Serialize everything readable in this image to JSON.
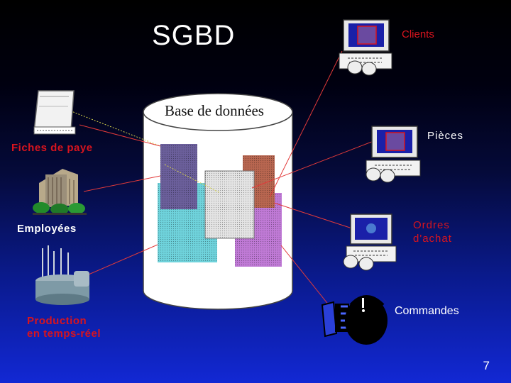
{
  "slide": {
    "title": "SGBD",
    "database_label": "Base de données",
    "page_number": "7"
  },
  "sources": [
    {
      "id": "payroll",
      "label": "Fiches de paye",
      "icon": "payslip-document-icon"
    },
    {
      "id": "employees",
      "label": "Employées",
      "icon": "office-building-icon"
    },
    {
      "id": "production",
      "label_line1": "Production",
      "label_line2": "en temps-réel",
      "icon": "factory-icon"
    }
  ],
  "clients": [
    {
      "id": "clients",
      "label": "Clients",
      "icon": "computer-terminal-icon"
    },
    {
      "id": "parts",
      "label": "Pièces",
      "icon": "computer-terminal-icon"
    },
    {
      "id": "purchase_orders",
      "label_line1": "Ordres",
      "label_line2": "d'achat",
      "icon": "computer-terminal-icon"
    },
    {
      "id": "orders",
      "label": "Commandes",
      "icon": "telephone-operator-icon"
    }
  ],
  "colors": {
    "payroll_label": "#d8141e",
    "employees_label": "#ffffff",
    "production_label": "#d8141e",
    "clients_label": "#d8141e",
    "parts_label": "#ffffff",
    "purchase_orders_label": "#d8141e",
    "orders_label": "#ffffff",
    "cylinder": "#ffffff",
    "connector": "#e23a3a"
  }
}
